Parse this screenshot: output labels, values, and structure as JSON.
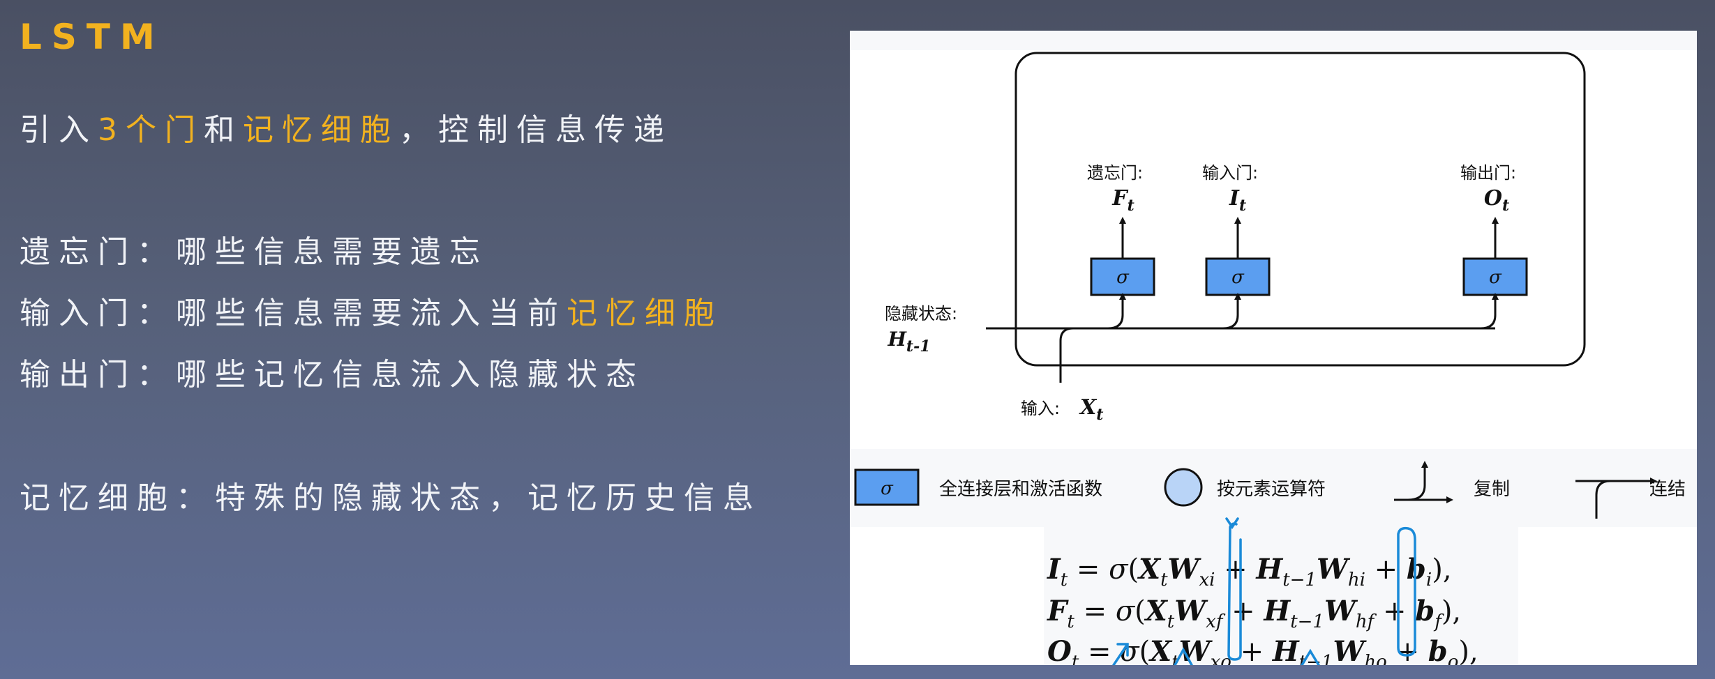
{
  "slide": {
    "title": "LSTM",
    "intro": {
      "p1": "引入",
      "p2": "3个门",
      "p3": "和",
      "p4": "记忆细胞",
      "p5": "，控制信息传递"
    },
    "forget_line": "遗忘门：哪些信息需要遗忘",
    "input_line": {
      "p1": "输入门：哪些信息需要流入当前",
      "p2": "记忆细胞"
    },
    "output_line": "输出门：哪些记忆信息流入隐藏状态",
    "memory_line": "记忆细胞：特殊的隐藏状态，记忆历史信息"
  },
  "diagram": {
    "gates": [
      {
        "label": "遗忘门:",
        "symbol": "F",
        "sub": "t",
        "op": "σ"
      },
      {
        "label": "输入门:",
        "symbol": "I",
        "sub": "t",
        "op": "σ"
      },
      {
        "label": "输出门:",
        "symbol": "O",
        "sub": "t",
        "op": "σ"
      }
    ],
    "hidden_label": "隐藏状态:",
    "hidden_symbol": "H",
    "hidden_sub": "t-1",
    "input_label": "输入:",
    "input_symbol": "X",
    "input_sub": "t",
    "legend": {
      "fc_symbol": "σ",
      "fc_label": "全连接层和激活函数",
      "op_label": "按元素运算符",
      "copy_label": "复制",
      "concat_label": "连结"
    },
    "colors": {
      "gate_fill": "#5b9ef0",
      "op_fill": "#b9d4f7",
      "annotation": "#1a8ad8"
    }
  },
  "equations": [
    {
      "lhs": "I",
      "w1": "xi",
      "w2": "hi",
      "b": "i"
    },
    {
      "lhs": "F",
      "w1": "xf",
      "w2": "hf",
      "b": "f"
    },
    {
      "lhs": "O",
      "w1": "xo",
      "w2": "ho",
      "b": "o"
    }
  ],
  "equation_parts": {
    "sigma": "σ",
    "x": "X",
    "x_sub": "t",
    "w": "W",
    "h": "H",
    "h_sub": "t−1",
    "b": "b"
  }
}
